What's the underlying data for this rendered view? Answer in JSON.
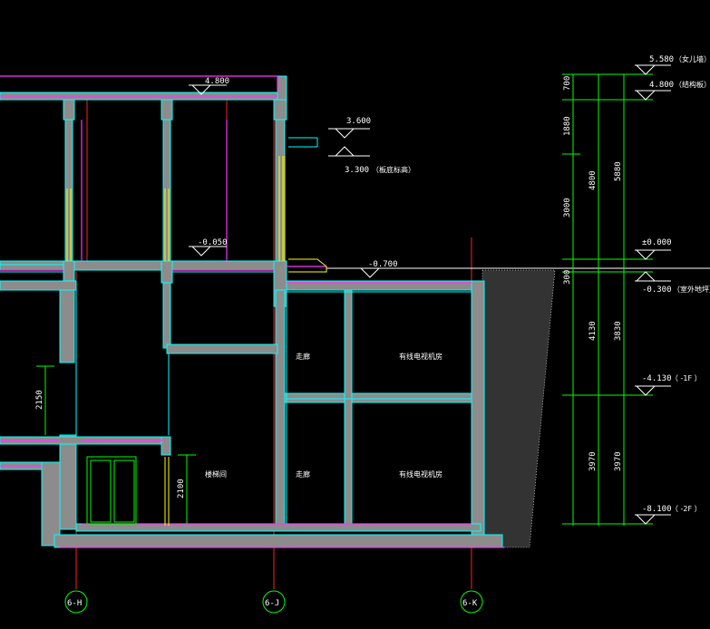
{
  "elevations": {
    "e_top": "5.580",
    "e_top_note": "（女儿墙）",
    "e_roof": "4.800",
    "e_roof_note": "（结构板）",
    "e_roof_left": "4.800",
    "e_canopy_top": "3.600",
    "e_canopy_bottom": "3.300",
    "e_canopy_note": "（板底标高）",
    "e_floor0": "-0.050",
    "e_zero": "±0.000",
    "e_outdoor_label": "-0.700",
    "e_outdoor": "-0.300",
    "e_outdoor_note": "（室外地坪）",
    "e_b1": "-4.130",
    "e_b1_note": "（ -1F ）",
    "e_b2": "-8.100",
    "e_b2_note": "（ -2F ）"
  },
  "dimensions": {
    "d_700": "700",
    "d_1880": "1880",
    "d_3000": "3000",
    "d_4800": "4800",
    "d_5880": "5880",
    "d_300": "300",
    "d_4130": "4130",
    "d_3830": "3830",
    "d_3970a": "3970",
    "d_3970b": "3970",
    "d_2150": "2150",
    "d_2100": "2100"
  },
  "rooms": {
    "corridor_upper": "走廊",
    "corridor_lower": "走廊",
    "garage_upper": "有线电视机房",
    "garage_lower": "有线电视机房",
    "stair": "楼梯间"
  },
  "axes": {
    "axis_h": "6-H",
    "axis_j": "6-J",
    "axis_k": "6-K"
  },
  "colors": {
    "background": "#000000",
    "wall_fill": "#8c8c8c",
    "cyan": "#00ffff",
    "magenta": "#ff33ff",
    "green": "#00ff00",
    "yellow": "#ffff00",
    "red": "#ff2020",
    "white": "#ffffff"
  }
}
